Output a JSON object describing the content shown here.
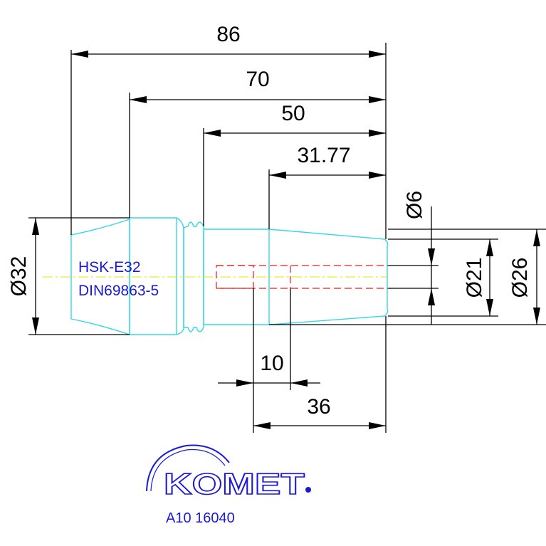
{
  "dimensions": {
    "length_86": "86",
    "length_70": "70",
    "length_50": "50",
    "length_31_77": "31.77",
    "length_10": "10",
    "length_36": "36",
    "dia_32": "Ø32",
    "dia_6": "Ø6",
    "dia_21": "Ø21",
    "dia_26": "Ø26"
  },
  "part_label": {
    "line1": "HSK-E32",
    "line2": "DIN69863-5"
  },
  "brand": {
    "name": "KOMET",
    "article_number": "A10 16040",
    "color": "#1a1ad6"
  },
  "colors": {
    "part_outline": "#36d6e6",
    "hidden_lines": "#e02020",
    "centerline": "#e6e600",
    "dimensions": "#000000"
  }
}
